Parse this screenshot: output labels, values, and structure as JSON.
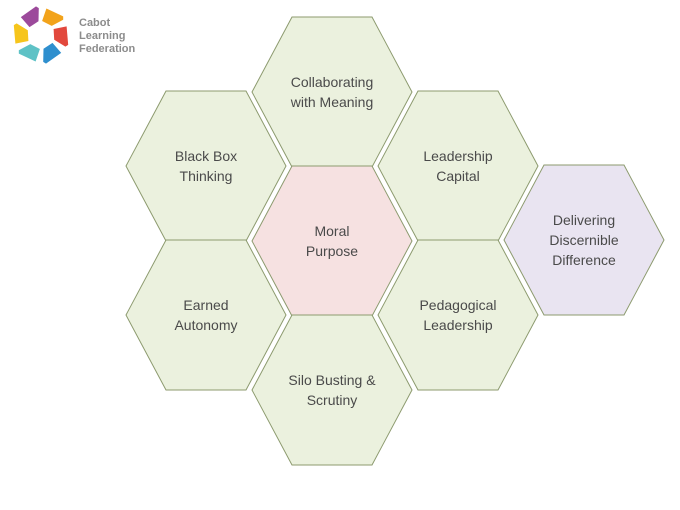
{
  "logo": {
    "lines": [
      "Cabot",
      "Learning",
      "Federation"
    ],
    "colors": [
      "#f2a31b",
      "#e2483d",
      "#2f8fce",
      "#5ec2c6",
      "#f6c51c",
      "#9c4a9b"
    ]
  },
  "diagram": {
    "default_fill": "#ebf1de",
    "border_color": "#8c9a6e",
    "hexes": [
      {
        "id": "collaborating",
        "lines": [
          "Collaborating",
          "with Meaning"
        ],
        "fill": "#ebf1de"
      },
      {
        "id": "black-box",
        "lines": [
          "Black Box",
          "Thinking"
        ],
        "fill": "#ebf1de"
      },
      {
        "id": "leadership-capital",
        "lines": [
          "Leadership",
          "Capital"
        ],
        "fill": "#ebf1de"
      },
      {
        "id": "moral-purpose",
        "lines": [
          "Moral",
          "Purpose"
        ],
        "fill": "#f6e1e1"
      },
      {
        "id": "delivering",
        "lines": [
          "Delivering",
          "Discernible",
          "Difference"
        ],
        "fill": "#e9e4f1"
      },
      {
        "id": "earned-autonomy",
        "lines": [
          "Earned",
          "Autonomy"
        ],
        "fill": "#ebf1de"
      },
      {
        "id": "pedagogical",
        "lines": [
          "Pedagogical",
          "Leadership"
        ],
        "fill": "#ebf1de"
      },
      {
        "id": "silo-busting",
        "lines": [
          "Silo Busting &",
          "Scrutiny"
        ],
        "fill": "#ebf1de"
      }
    ]
  }
}
